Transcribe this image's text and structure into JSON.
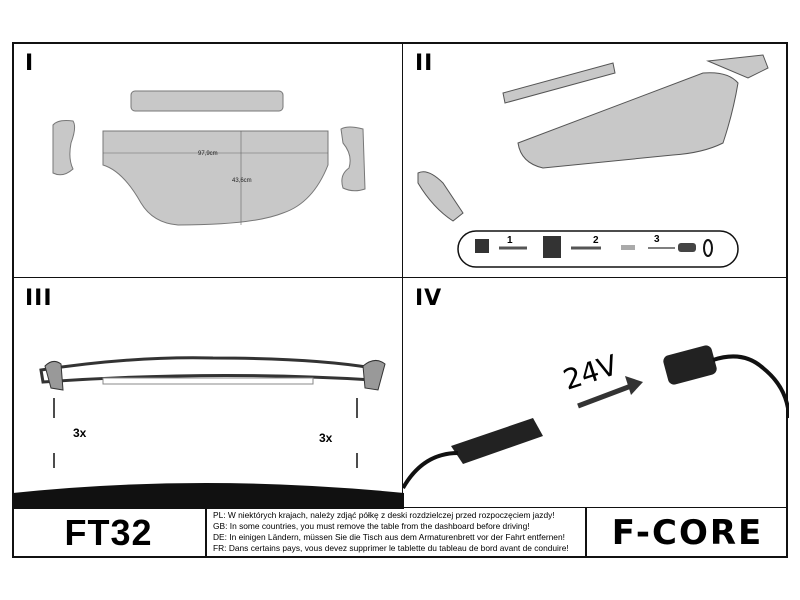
{
  "panels": [
    {
      "number": "I",
      "dimensions": {
        "width": "97,9cm",
        "depth": "43,6cm"
      }
    },
    {
      "number": "II",
      "steps": [
        "1",
        "2",
        "3"
      ]
    },
    {
      "number": "III",
      "repeat_left": "3x",
      "repeat_right": "3x"
    },
    {
      "number": "IV",
      "voltage": "24V"
    }
  ],
  "footer": {
    "model": "FT32",
    "warnings": [
      "PL: W niektórych krajach, należy zdjąć półkę z deski rozdzielczej przed rozpoczęciem jazdy!",
      "GB: In some countries, you must remove the table from the dashboard before driving!",
      "DE: In einigen Ländern, müssen Sie die Tisch aus dem Armaturenbrett vor der Fahrt entfernen!",
      "FR: Dans certains pays, vous devez supprimer le tablette du tableau de bord avant de conduire!"
    ],
    "brand": "F-CORE"
  }
}
